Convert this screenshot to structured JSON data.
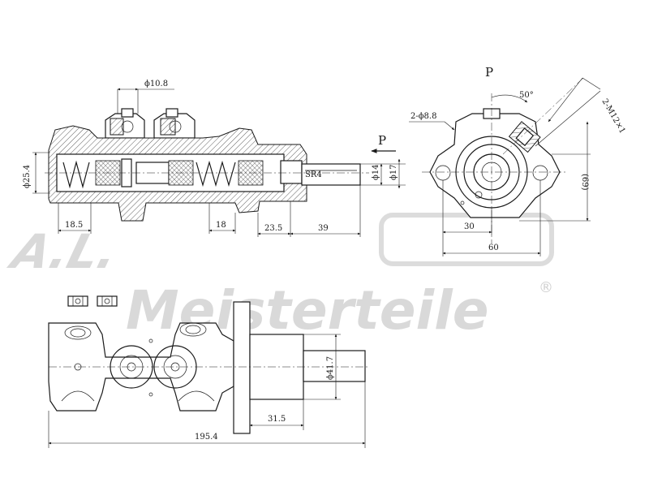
{
  "labels": {
    "phi_10_8": "ϕ10.8",
    "phi_25_4": "ϕ25.4",
    "phi_14": "ϕ14",
    "phi_17": "ϕ17",
    "sr4": "SR4",
    "p_side": "P",
    "p_end": "P",
    "dim_18_5": "18.5",
    "dim_18": "18",
    "dim_23_5": "23.5",
    "dim_39": "39",
    "two_phi_8_8": "2-ϕ8.8",
    "angle_50": "50°",
    "thread_m12": "2-M12×1",
    "dim_69": "(69)",
    "dim_30": "30",
    "dim_60": "60",
    "phi_41_7": "ϕ41.7",
    "dim_31_5": "31.5",
    "dim_195_4": "195.4"
  },
  "watermark": {
    "brand": "Meisterteile",
    "registered": "®"
  }
}
